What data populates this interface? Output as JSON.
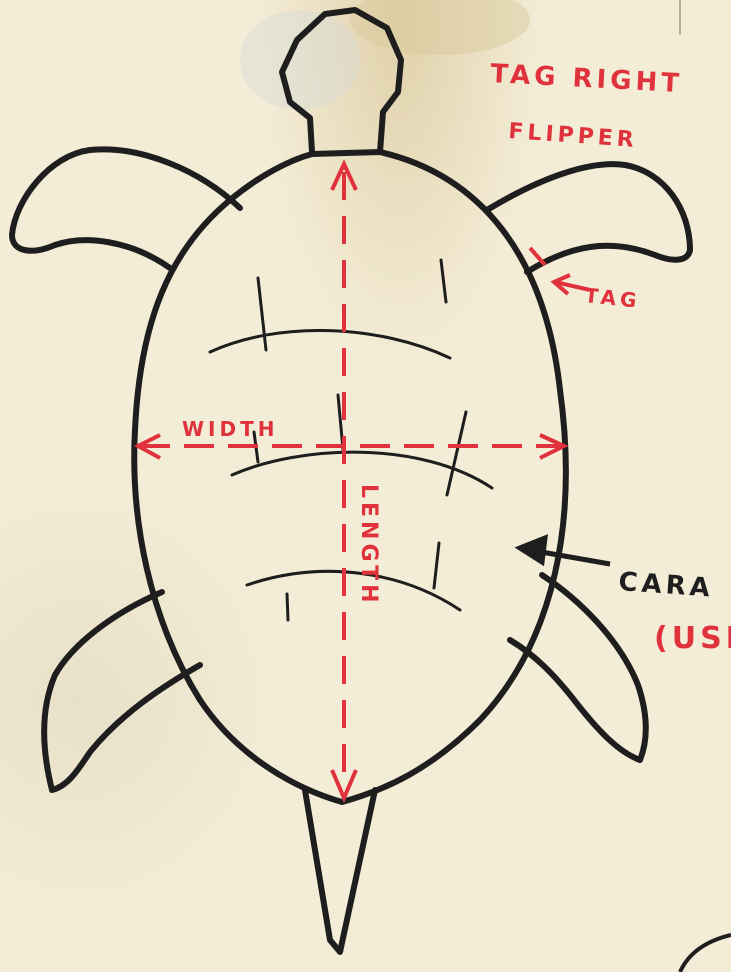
{
  "diagram": {
    "labels": {
      "tag_right": "TAG RIGHT",
      "flipper": "FLIPPER",
      "tag": "TAG",
      "width": "WIDTH",
      "length": "LENGTH",
      "carapace": "CARA",
      "use": "(USE"
    },
    "colors": {
      "ink_black": "#1e1e1e",
      "ink_red": "#e0323c",
      "paper": "#f3ecd6"
    }
  }
}
